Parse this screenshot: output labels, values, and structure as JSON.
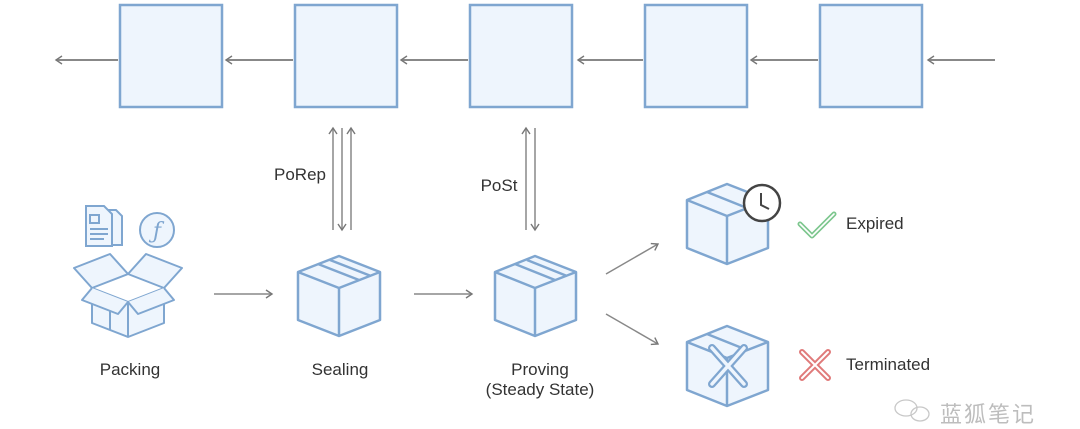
{
  "diagram": {
    "title": "Filecoin sector lifecycle",
    "chain": {
      "block_count": 5,
      "direction": "right-to-left"
    },
    "proofs": [
      {
        "label": "PoRep",
        "connects": "Sealing"
      },
      {
        "label": "PoSt",
        "connects": "Proving"
      }
    ],
    "stages": [
      {
        "label": "Packing"
      },
      {
        "label": "Sealing"
      },
      {
        "label": "Proving",
        "sublabel": "(Steady State)"
      }
    ],
    "outcomes": [
      {
        "label": "Expired",
        "status": "success",
        "color": "#7cc68d"
      },
      {
        "label": "Terminated",
        "status": "failure",
        "color": "#e07a7a"
      }
    ],
    "colors": {
      "box_stroke": "#7fa6d0",
      "box_fill": "#eef5fd",
      "arrow": "#777777"
    }
  },
  "watermark": "蓝狐笔记"
}
